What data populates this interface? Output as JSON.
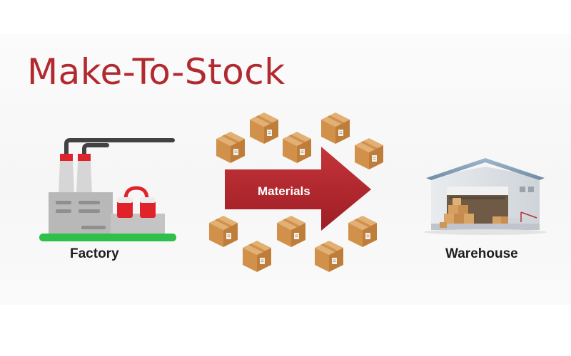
{
  "title": "Make-To-Stock",
  "nodes": {
    "factory": {
      "label": "Factory"
    },
    "warehouse": {
      "label": "Warehouse"
    }
  },
  "flow": {
    "label": "Materials"
  },
  "colors": {
    "accent": "#b22a2f",
    "arrow": "#b3242a",
    "ground": "#2ec04a",
    "box": "#d79a56",
    "factory_grey": "#b8b8b8",
    "chimney_red": "#e0232b"
  },
  "icons": {
    "factory": "factory-icon",
    "warehouse": "warehouse-icon",
    "box": "cardboard-box-icon"
  }
}
